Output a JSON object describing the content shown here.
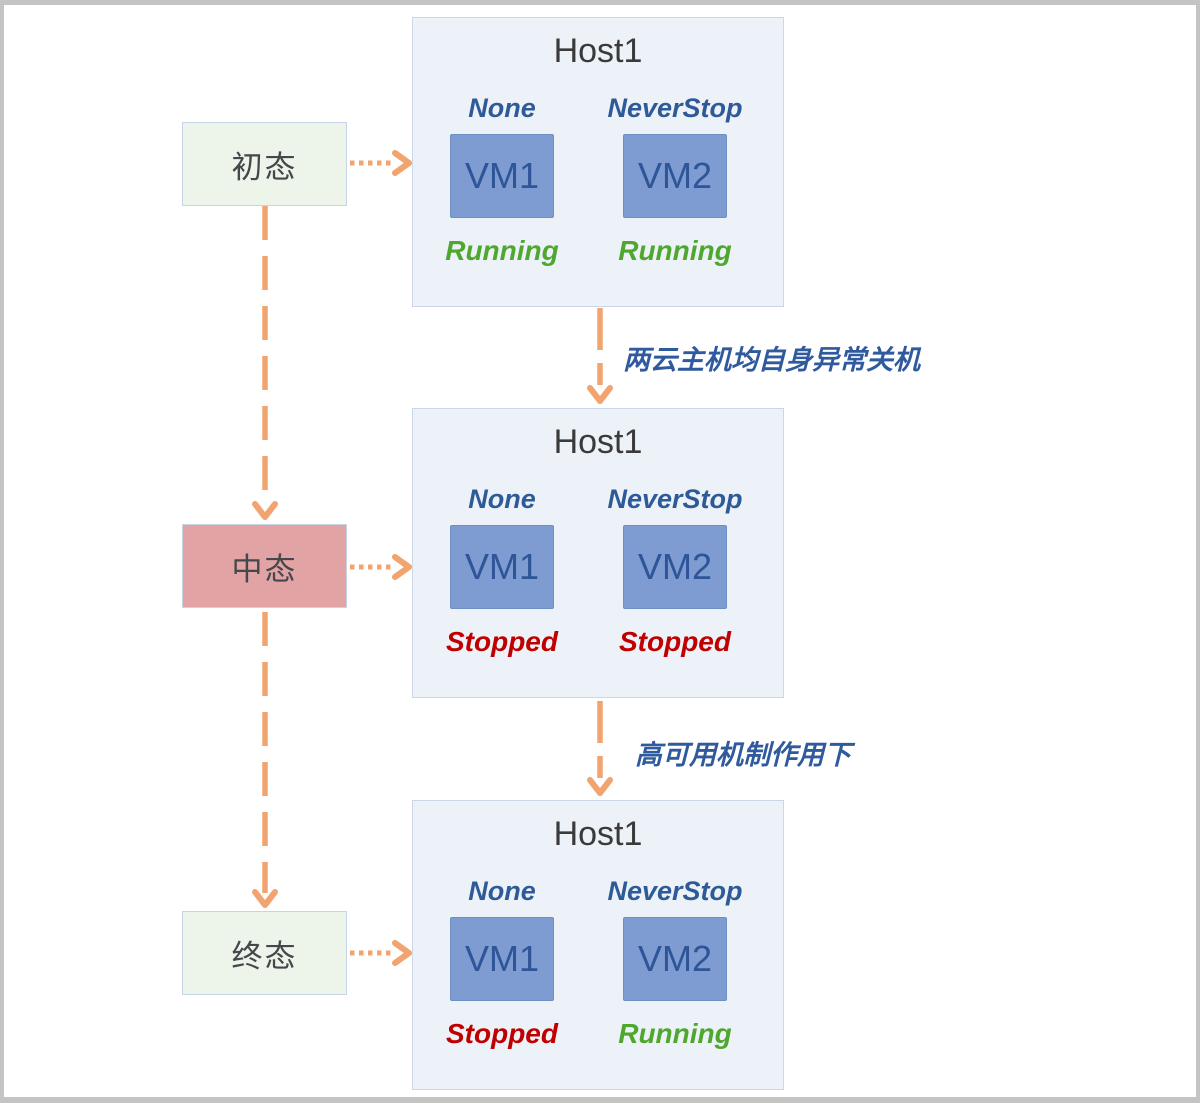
{
  "states": [
    {
      "label": "初态",
      "variant": "green"
    },
    {
      "label": "中态",
      "variant": "pink"
    },
    {
      "label": "终态",
      "variant": "green"
    }
  ],
  "hosts": [
    {
      "title": "Host1",
      "vms": [
        {
          "policy": "None",
          "name": "VM1",
          "status": "Running",
          "status_variant": "green"
        },
        {
          "policy": "NeverStop",
          "name": "VM2",
          "status": "Running",
          "status_variant": "green"
        }
      ]
    },
    {
      "title": "Host1",
      "vms": [
        {
          "policy": "None",
          "name": "VM1",
          "status": "Stopped",
          "status_variant": "red"
        },
        {
          "policy": "NeverStop",
          "name": "VM2",
          "status": "Stopped",
          "status_variant": "red"
        }
      ]
    },
    {
      "title": "Host1",
      "vms": [
        {
          "policy": "None",
          "name": "VM1",
          "status": "Stopped",
          "status_variant": "red"
        },
        {
          "policy": "NeverStop",
          "name": "VM2",
          "status": "Running",
          "status_variant": "green"
        }
      ]
    }
  ],
  "transitions": [
    {
      "label": "两云主机均自身异常关机"
    },
    {
      "label": "高可用机制作用下"
    }
  ],
  "colors": {
    "accent_orange": "#F1A46F",
    "host_bg": "#EDF1F8",
    "host_border": "#CBD6E8",
    "vm_fill": "#7E9CD2",
    "vm_text": "#2E5597",
    "policy_text": "#2E5B97",
    "running_green": "#4EA72E",
    "stopped_red": "#C00000",
    "state_green_bg": "#EDF4E9",
    "state_pink_bg": "#E2A3A5",
    "state_border": "#C7D3E6",
    "transition_label_blue": "#305A9E",
    "frame_gray": "#C4C4C4",
    "host_title_text": "#3A3A3A"
  }
}
